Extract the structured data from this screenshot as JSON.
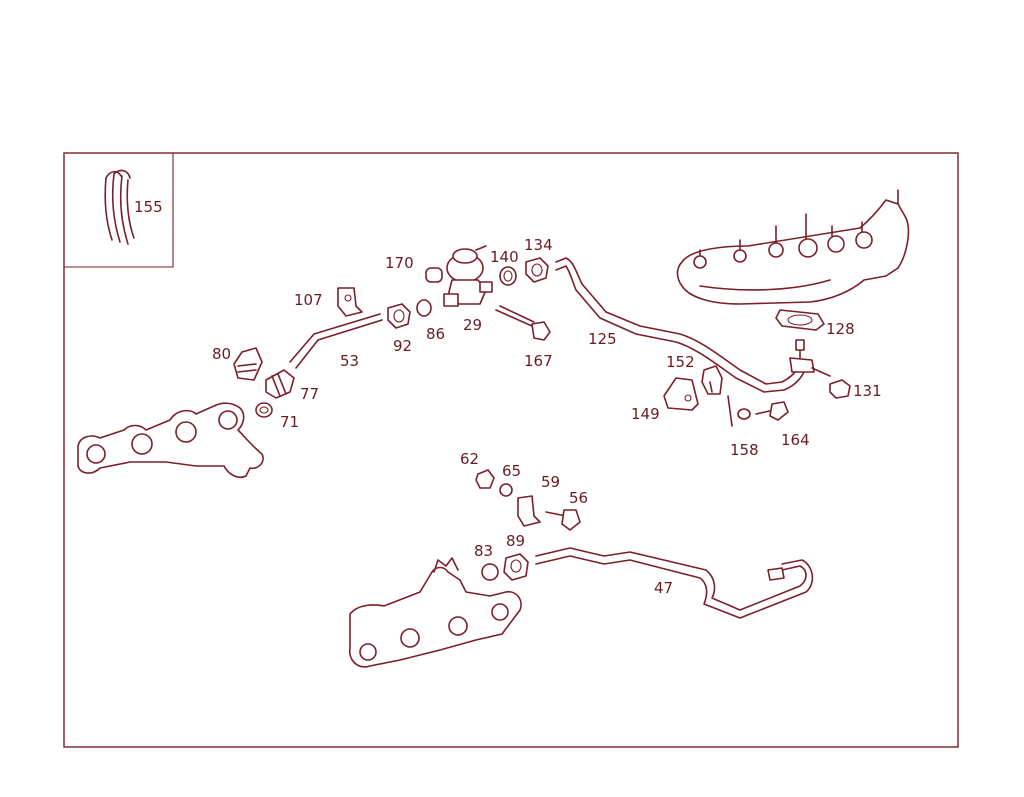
{
  "diagram": {
    "line_color": "#7a1f2b",
    "label_color": "#6b1a22",
    "part_labels": {
      "p155": "155",
      "p170": "170",
      "p140": "140",
      "p134": "134",
      "p107": "107",
      "p92": "92",
      "p86": "86",
      "p29": "29",
      "p53": "53",
      "p167": "167",
      "p125": "125",
      "p128": "128",
      "p80": "80",
      "p77": "77",
      "p71": "71",
      "p152": "152",
      "p149": "149",
      "p131": "131",
      "p158": "158",
      "p164": "164",
      "p62": "62",
      "p65": "65",
      "p59": "59",
      "p56": "56",
      "p83": "83",
      "p89": "89",
      "p47": "47"
    }
  }
}
